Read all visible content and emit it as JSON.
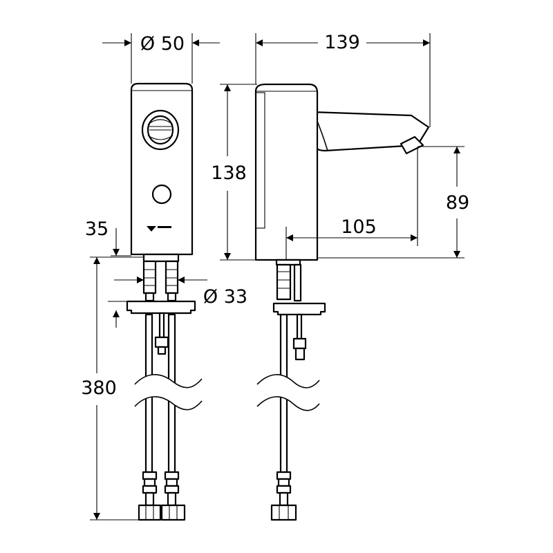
{
  "colors": {
    "line": "#000000",
    "background": "#ffffff"
  },
  "dimensions": {
    "front_width": "Ø 50",
    "side_length": "139",
    "side_height": "138",
    "spout_height": "89",
    "spout_reach": "105",
    "base_offset": "35",
    "hose_diameter": "Ø 33",
    "hose_length": "380"
  }
}
